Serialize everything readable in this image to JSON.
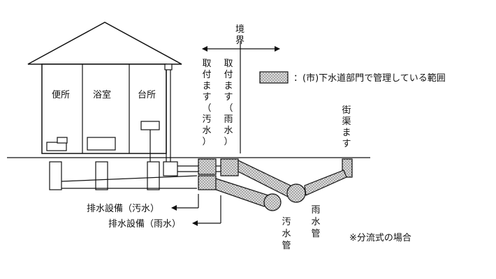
{
  "rooms": {
    "toilet": "便所",
    "bath": "浴室",
    "kitchen": "台所"
  },
  "boundary": {
    "line1": "境",
    "line2": "界"
  },
  "legend": {
    "text": "：(市)下水道部門で管理している範囲"
  },
  "vertical_labels": {
    "sewage_connection": [
      "取",
      "付",
      "ま",
      "す",
      "（",
      "汚",
      "水",
      "）"
    ],
    "rain_connection": [
      "取",
      "付",
      "ま",
      "す",
      "（",
      "雨",
      "水",
      "）"
    ],
    "street_inlet": [
      "街",
      "渠",
      "ま",
      "す"
    ],
    "sewage_pipe": [
      "汚",
      "水",
      "管"
    ],
    "rain_pipe": [
      "雨",
      "水",
      "管"
    ]
  },
  "drainage": {
    "sewage": "排水設備（汚水）",
    "rain": "排水設備（雨水）"
  },
  "note": "※分流式の場合",
  "colors": {
    "line": "#111111",
    "hatch_bg": "#d9d9d9"
  }
}
